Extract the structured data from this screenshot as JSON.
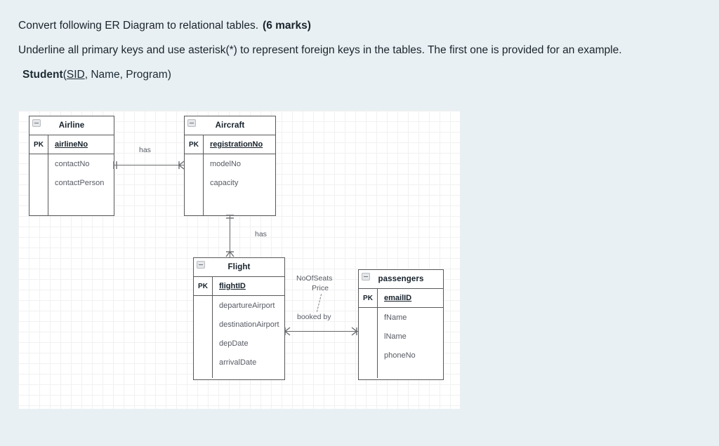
{
  "question": {
    "prompt": "Convert following ER Diagram to relational tables.",
    "marks": "(6 marks)",
    "instructions": "Underline all primary keys and use asterisk(*) to represent foreign keys in the tables. The first one is provided for an example.",
    "example": {
      "entity": "Student",
      "open_paren": "(",
      "primary_key": "SID",
      "rest": ", Name, Program",
      "close_paren": ")"
    }
  },
  "diagram": {
    "pk_label": "PK",
    "entities": [
      {
        "name": "Airline",
        "primary_key": "airlineNo",
        "attributes": [
          "contactNo",
          "contactPerson"
        ]
      },
      {
        "name": "Aircraft",
        "primary_key": "registrationNo",
        "attributes": [
          "modelNo",
          "capacity"
        ]
      },
      {
        "name": "Flight",
        "primary_key": "flightID",
        "attributes": [
          "departureAirport",
          "destinationAirport",
          "depDate",
          "arrivalDate"
        ]
      },
      {
        "name": "passengers",
        "primary_key": "emailID",
        "attributes": [
          "fName",
          "lName",
          "phoneNo"
        ]
      }
    ],
    "relationships": [
      {
        "label": "has"
      },
      {
        "label": "has"
      },
      {
        "label": "booked by"
      }
    ],
    "relationship_attributes": {
      "line1": "NoOfSeats",
      "line2": "Price"
    }
  }
}
